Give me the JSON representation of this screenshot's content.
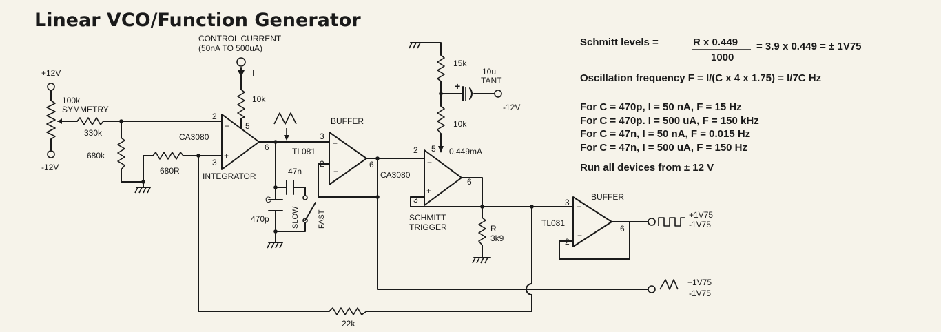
{
  "title": "Linear VCO/Function Generator",
  "control": {
    "line1": "CONTROL CURRENT",
    "line2": "(50nA TO 500uA)",
    "arrow_label": "I"
  },
  "labels": {
    "plus12": "+12V",
    "minus12": "-12V",
    "pot_value": "100k",
    "pot_name": "SYMMETRY",
    "r330k": "330k",
    "r680k": "680k",
    "r680r": "680R",
    "r10k_ctrl": "10k",
    "ca3080_a": "CA3080",
    "integrator": "INTEGRATOR",
    "pin2_a": "2",
    "pin3_a": "3",
    "pin5_a": "5",
    "pin6_a": "6",
    "buffer1": "BUFFER",
    "tl081_a": "TL081",
    "pin3_b": "3",
    "pin2_b": "2",
    "pin6_b": "6",
    "c47n": "47n",
    "c_name": "C",
    "c470p": "470p",
    "slow": "SLOW",
    "fast": "FAST",
    "ca3080_b": "CA3080",
    "schmitt1": "SCHMITT",
    "schmitt2": "TRIGGER",
    "pin2_c": "2",
    "pin3_c": "3",
    "pin5_c": "5",
    "pin6_c": "6",
    "r15k": "15k",
    "cap10u": "10u",
    "tant": "TANT",
    "minus12_tant": "-12V",
    "r10k_b": "10k",
    "i_bias": "0.449mA",
    "r_name": "R",
    "r_value": "3k9",
    "buffer2": "BUFFER",
    "tl081_b": "TL081",
    "pin3_d": "3",
    "pin2_d": "2",
    "pin6_d": "6",
    "sq_plus": "+1V75",
    "sq_minus": "-1V75",
    "tri_plus": "+1V75",
    "tri_minus": "-1V75",
    "r22k": "22k"
  },
  "formulas": {
    "schmitt_prefix": "Schmitt levels =",
    "schmitt_num": "R x 0.449",
    "schmitt_den": "1000",
    "schmitt_rest": "= 3.9 x 0.449 = ± 1V75",
    "osc": "Oscillation frequency F = I/(C x 4 x 1.75) = I/7C Hz",
    "rows": [
      "For C = 470p, I = 50 nA, F = 15 Hz",
      "For C = 470p. I = 500 uA, F = 150 kHz",
      "For C = 47n, I = 50 nA, F = 0.015 Hz",
      "For C = 47n, I = 500 uA, F = 150 Hz"
    ],
    "supply": "Run all devices from ± 12 V"
  }
}
